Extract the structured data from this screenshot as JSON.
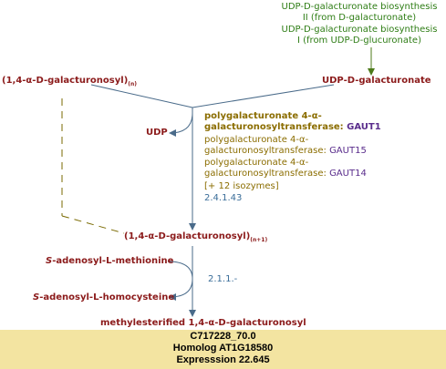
{
  "pathways": {
    "link1": "UDP-D-galacturonate biosynthesis",
    "link1b": "II (from D-galacturonate)",
    "link2": "UDP-D-galacturonate biosynthesis",
    "link2b": "I (from UDP-D-glucuronate)"
  },
  "compounds": {
    "galact_n": "(1,4-α-D-galacturonosyl)",
    "galact_n_sub": "(n)",
    "udp_galacturonate": "UDP-D-galacturonate",
    "udp": "UDP",
    "galact_n1": "(1,4-α-D-galacturonosyl)",
    "galact_n1_sub": "(n+1)",
    "sam": "-adenosyl-L-methionine",
    "sah": "-adenosyl-L-homocysteine",
    "s_prefix": "S",
    "methylesterified": "methylesterified 1,4-α-D-galacturonosyl"
  },
  "enzymes": {
    "e1_line1": "polygalacturonate 4-α-",
    "e1_line2": "galacturonosyltransferase:",
    "e1_gene": "GAUT1",
    "e2_line1": "polygalacturonate 4-α-",
    "e2_line2": "galacturonosyltransferase:",
    "e2_gene": "GAUT15",
    "e3_line1": "polygalacturonate 4-α-",
    "e3_line2": "galacturonosyltransferase:",
    "e3_gene": "GAUT14",
    "isozymes": "[+ 12 isozymes]",
    "ec1": "2.4.1.43",
    "ec2": "2.1.1.-"
  },
  "footer": {
    "line1": "C717228_70.0",
    "line2": "Homolog AT1G18580",
    "line3": "Expresssion 22.645"
  },
  "colors": {
    "compound": "#8b1a1a",
    "pathway_link": "#2e7d15",
    "enzyme": "#8b6d00",
    "gene": "#5a2d8c",
    "ec": "#3a6d99",
    "edge": "#4a6b8a",
    "footer_bg": "#f3e4a1"
  }
}
